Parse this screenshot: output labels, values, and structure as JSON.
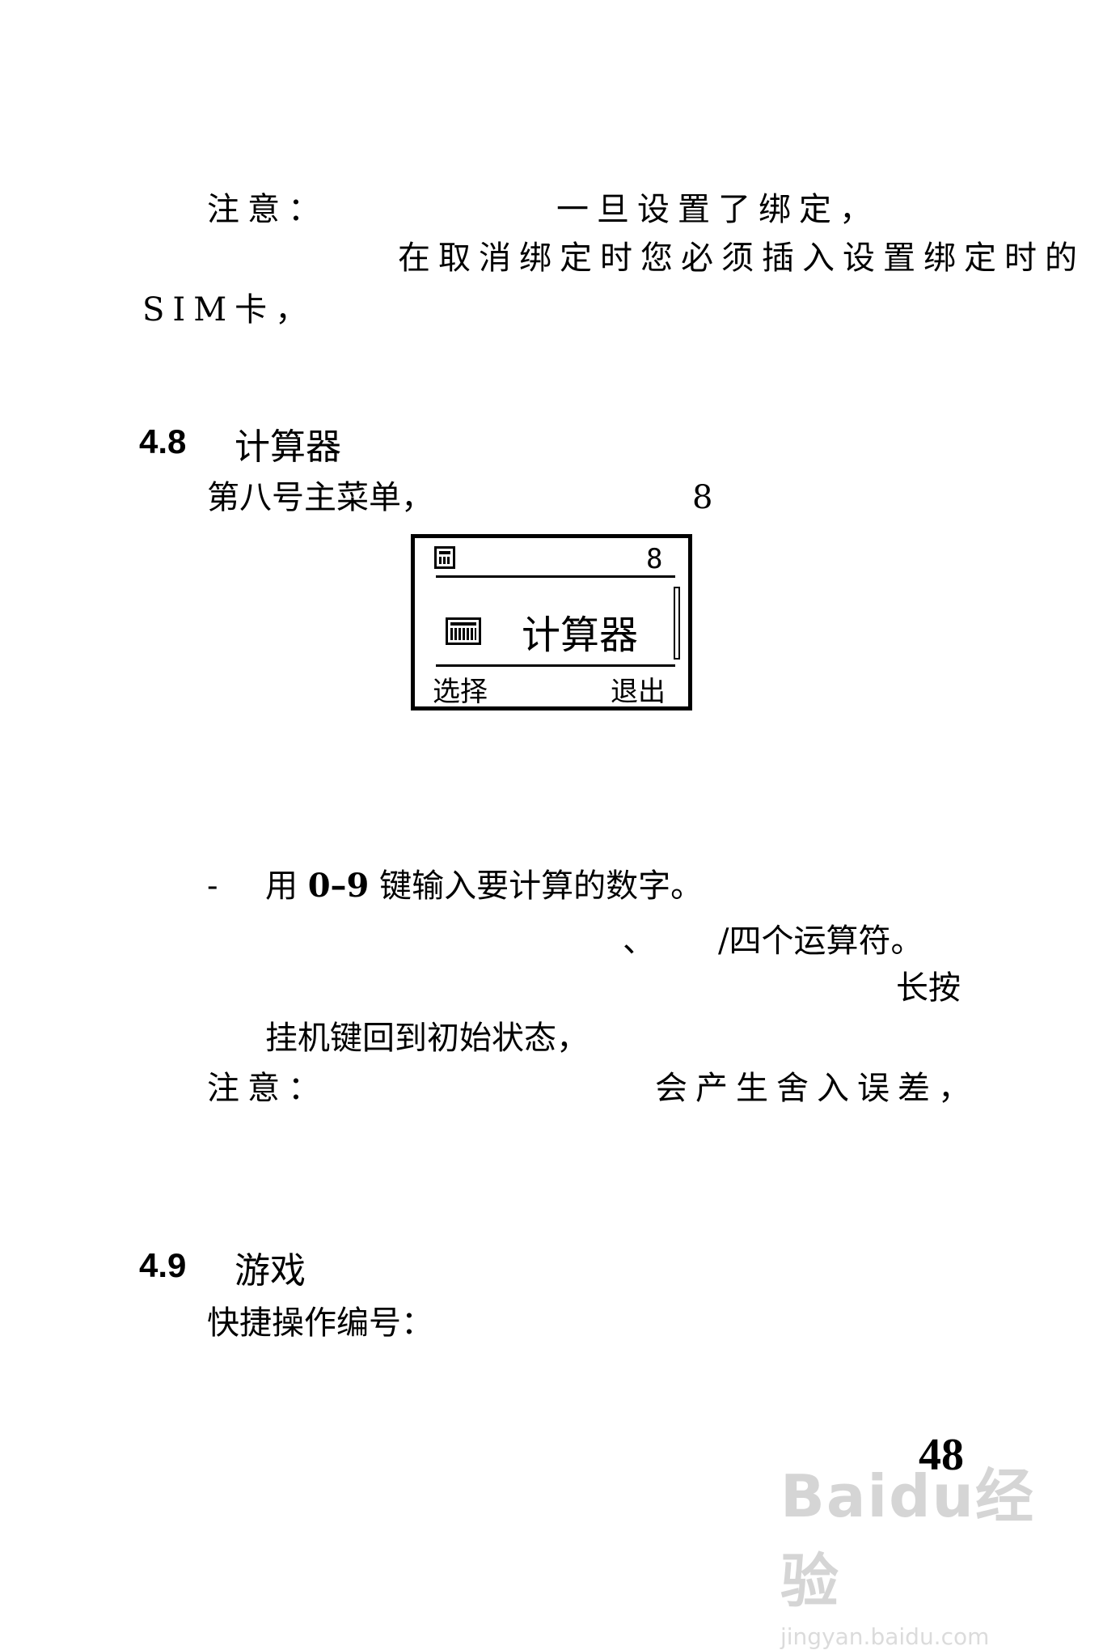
{
  "note1": {
    "label": "注意：",
    "line1": "一旦设置了绑定，",
    "line2": "在取消绑定时您必须插入设置绑定时的",
    "line3": "SIM卡，"
  },
  "section_48": {
    "number": "4.8",
    "title": "计算器",
    "intro": "第八号主菜单，",
    "menu_number": "8",
    "screen": {
      "header_number": "8",
      "item_title": "计算器",
      "left_softkey": "选择",
      "right_softkey": "退出"
    },
    "bullet_dash": "-",
    "bullet_pre": "用 ",
    "bullet_keys": "0–9",
    "bullet_post": " 键输入要计算的数字。",
    "line_a_mark": "、",
    "line_a_text": "/四个运算符。",
    "line_b": "长按",
    "line_c": "挂机键回到初始状态，",
    "note_label": "注意：",
    "note_text": "会产生舍入误差，"
  },
  "section_49": {
    "number": "4.9",
    "title": "游戏",
    "shortcut_label": "快捷操作编号："
  },
  "page_number": "48",
  "watermark": {
    "logo": "Baidu经验",
    "url": "jingyan.baidu.com"
  }
}
